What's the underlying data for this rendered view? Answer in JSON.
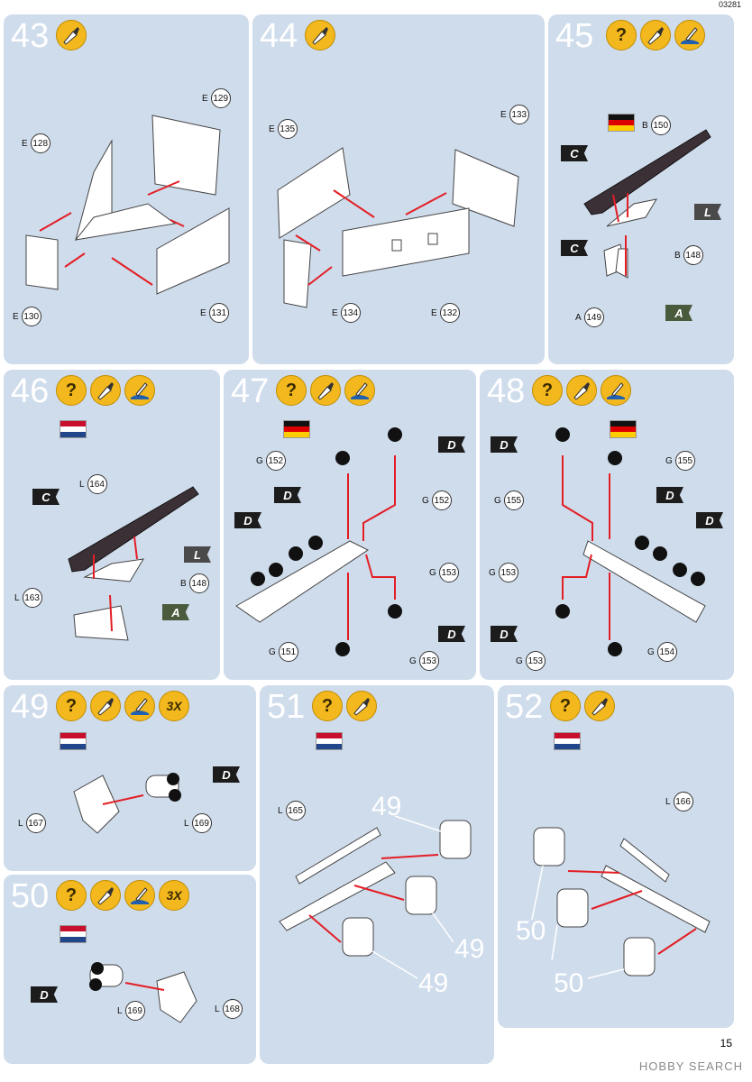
{
  "doc_ref": "03281",
  "page_number": "15",
  "watermark": "HOBBY SEARCH",
  "icons": {
    "question": "?",
    "brush": "brush-icon",
    "paint": "paint-icon",
    "x3": "3X"
  },
  "colors": {
    "panel": "#cfdcec",
    "icon": "#f3b81d",
    "arrow": "#e31e24"
  },
  "steps": {
    "s43": {
      "num": "43",
      "parts": [
        "E 129",
        "E 128",
        "E 130",
        "E 131"
      ],
      "p129": "129",
      "p128": "128",
      "p130": "130",
      "p131": "131"
    },
    "s44": {
      "num": "44",
      "p135": "135",
      "p133": "133",
      "p134": "134",
      "p132": "132"
    },
    "s45": {
      "num": "45",
      "p150": "150",
      "p148": "148",
      "p149": "149",
      "tag_c": "C",
      "tag_l": "L",
      "tag_a": "A"
    },
    "s46": {
      "num": "46",
      "p164": "164",
      "p148": "148",
      "p163": "163",
      "tag_c": "C",
      "tag_l": "L",
      "tag_a": "A"
    },
    "s47": {
      "num": "47",
      "p152": "152",
      "p151": "151",
      "p153": "153",
      "tag_d": "D"
    },
    "s48": {
      "num": "48",
      "p155": "155",
      "p153": "153",
      "p154": "154",
      "tag_d": "D"
    },
    "s49": {
      "num": "49",
      "p167": "167",
      "p169": "169",
      "tag_d": "D"
    },
    "s50": {
      "num": "50",
      "p169": "169",
      "p168": "168",
      "tag_d": "D"
    },
    "s51": {
      "num": "51",
      "p165": "165",
      "ref": "49"
    },
    "s52": {
      "num": "52",
      "p166": "166",
      "ref": "50"
    }
  },
  "letters": {
    "E": "E",
    "B": "B",
    "A": "A",
    "L": "L",
    "G": "G"
  }
}
